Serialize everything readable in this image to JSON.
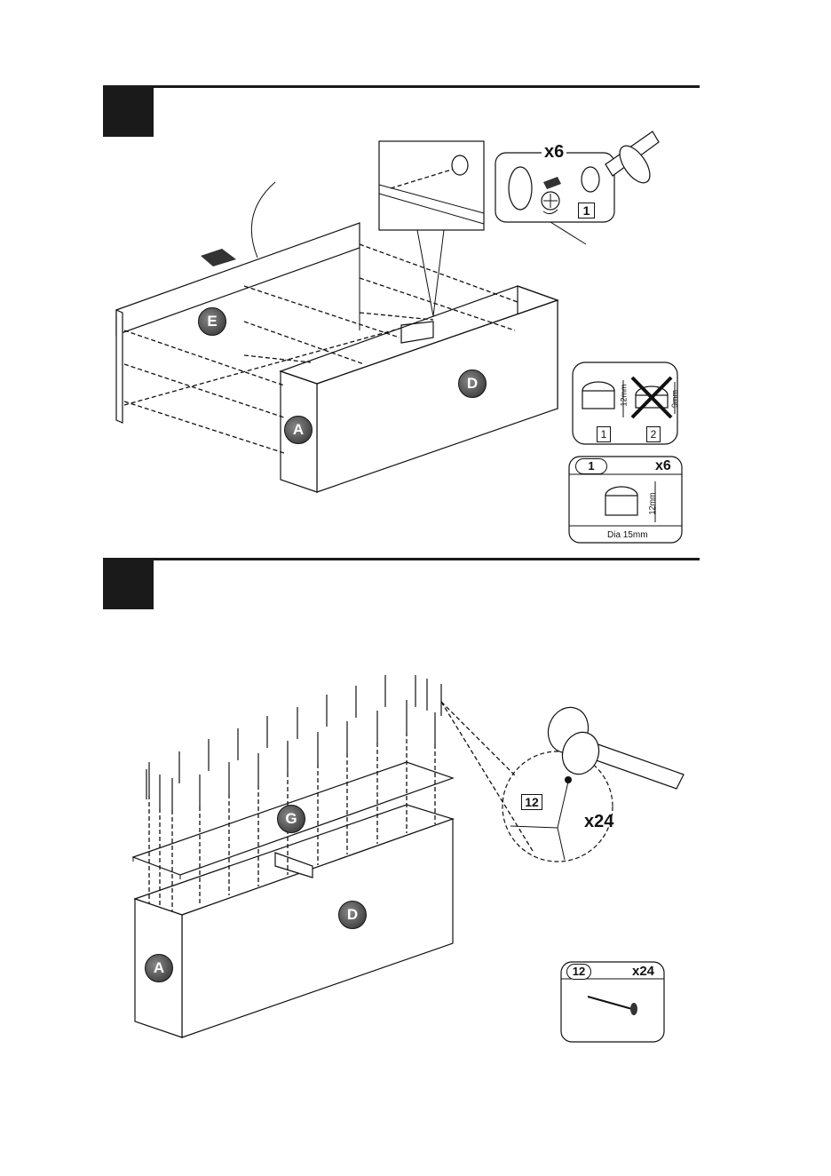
{
  "steps": [
    {
      "parts": {
        "panel_e": "E",
        "panel_d": "D",
        "panel_a": "A"
      },
      "hardware_callout": {
        "count": "x6",
        "part_no": "1"
      },
      "cam_compare": {
        "ok_label": "1",
        "bad_label": "2",
        "ok_depth": "12mm",
        "bad_depth": "9mm"
      },
      "parts_box": {
        "part_no": "1",
        "count": "x6",
        "depth": "12mm",
        "diameter": "Dia 15mm"
      }
    },
    {
      "parts": {
        "panel_g": "G",
        "panel_d": "D",
        "panel_a": "A"
      },
      "nail_callout": {
        "part_no": "12",
        "count": "x24"
      },
      "parts_box": {
        "part_no": "12",
        "count": "x24"
      }
    }
  ],
  "colors": {
    "ink": "#111111",
    "step_block": "#1a1a1a",
    "label_fill": "#4a4a4a"
  },
  "icons": [
    "hammer-icon",
    "screwdriver-icon",
    "cam-lock-icon",
    "nail-icon",
    "rotate-arrow-icon",
    "slide-arrow-icon"
  ]
}
